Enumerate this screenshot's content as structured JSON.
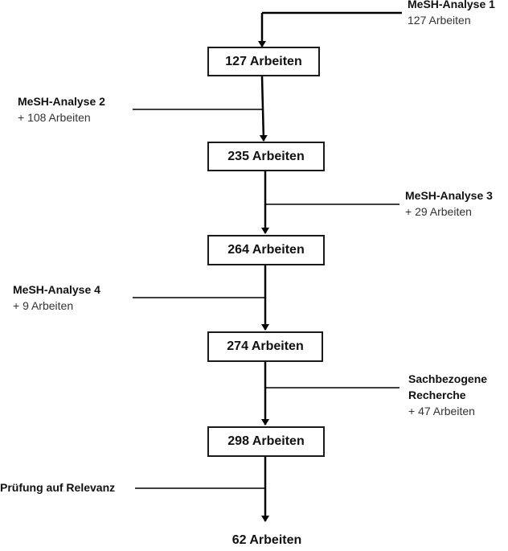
{
  "boxes": [
    "127 Arbeiten",
    "235 Arbeiten",
    "264 Arbeiten",
    "274 Arbeiten",
    "298 Arbeiten"
  ],
  "inputs": [
    {
      "title": "MeSH-Analyse 1",
      "sub": "127 Arbeiten"
    },
    {
      "title": "MeSH-Analyse 2",
      "sub": "+ 108 Arbeiten"
    },
    {
      "title": "MeSH-Analyse 3",
      "sub": "+ 29 Arbeiten"
    },
    {
      "title": "MeSH-Analyse 4",
      "sub": "+ 9 Arbeiten"
    },
    {
      "title": "Sachbezogene",
      "title2": "Recherche",
      "sub": "+ 47 Arbeiten"
    }
  ],
  "filter": {
    "title": "Prüfung auf Relevanz"
  },
  "final": "62 Arbeiten"
}
